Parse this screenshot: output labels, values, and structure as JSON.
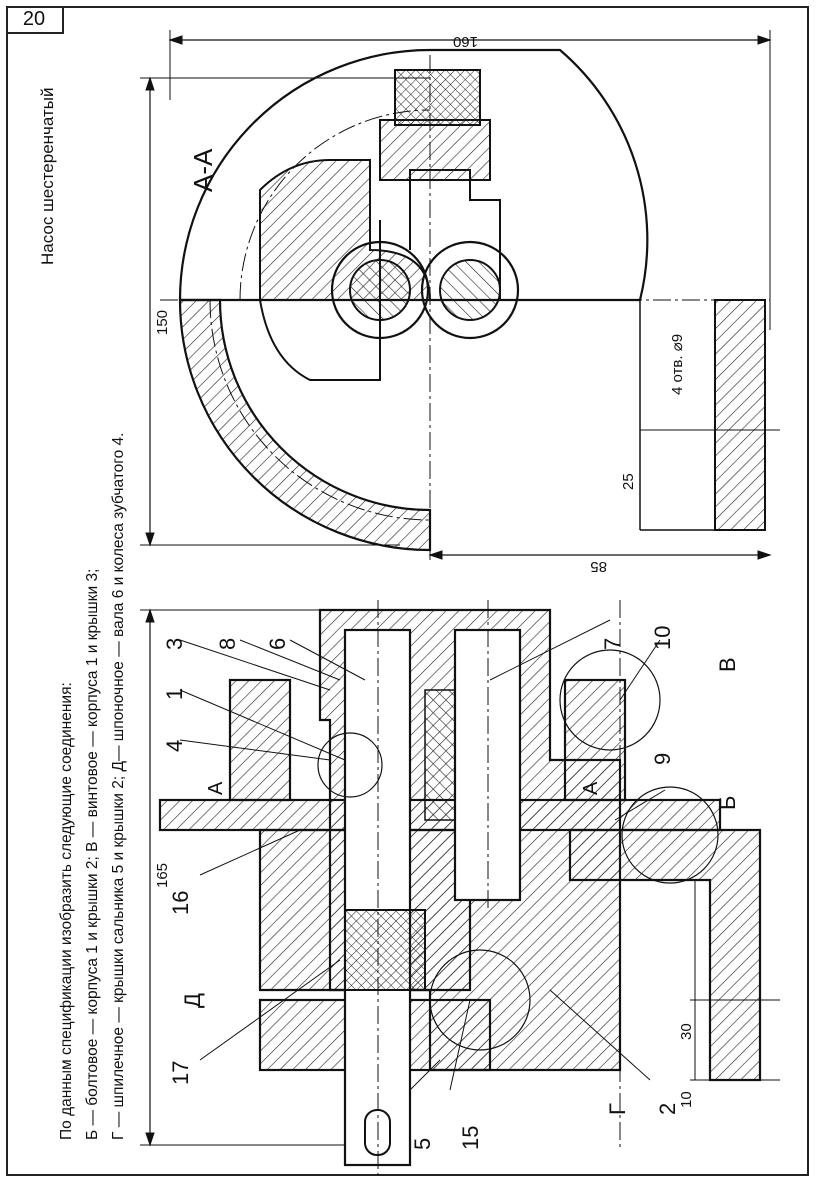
{
  "page_number": "20",
  "title": "Насос шестеренчатый",
  "instructions": [
    "По данным спецификации изобразить следующие соединения:",
    "Б — болтовое — корпуса 1 и крышки 2;  В — винтовое — корпуса 1 и крышки 3;",
    "Г — шпилечное — крышки сальника 5 и крышки 2; Д— шпоночное — вала 6 и колеса зубчатого 4."
  ],
  "section_label": "А-А",
  "dimensions": {
    "top_width": "160",
    "height_right": "150",
    "height_left": "165",
    "bottom": "85",
    "d25": "25",
    "holes": "4 отв. ⌀9",
    "d30": "30",
    "d10": "10"
  },
  "part_numbers": [
    "3",
    "1",
    "4",
    "8",
    "6",
    "7",
    "10",
    "9",
    "16",
    "17",
    "5",
    "15",
    "2"
  ],
  "joint_labels": [
    "В",
    "Б",
    "Г",
    "Д"
  ],
  "section_marks": [
    "А",
    "А"
  ]
}
